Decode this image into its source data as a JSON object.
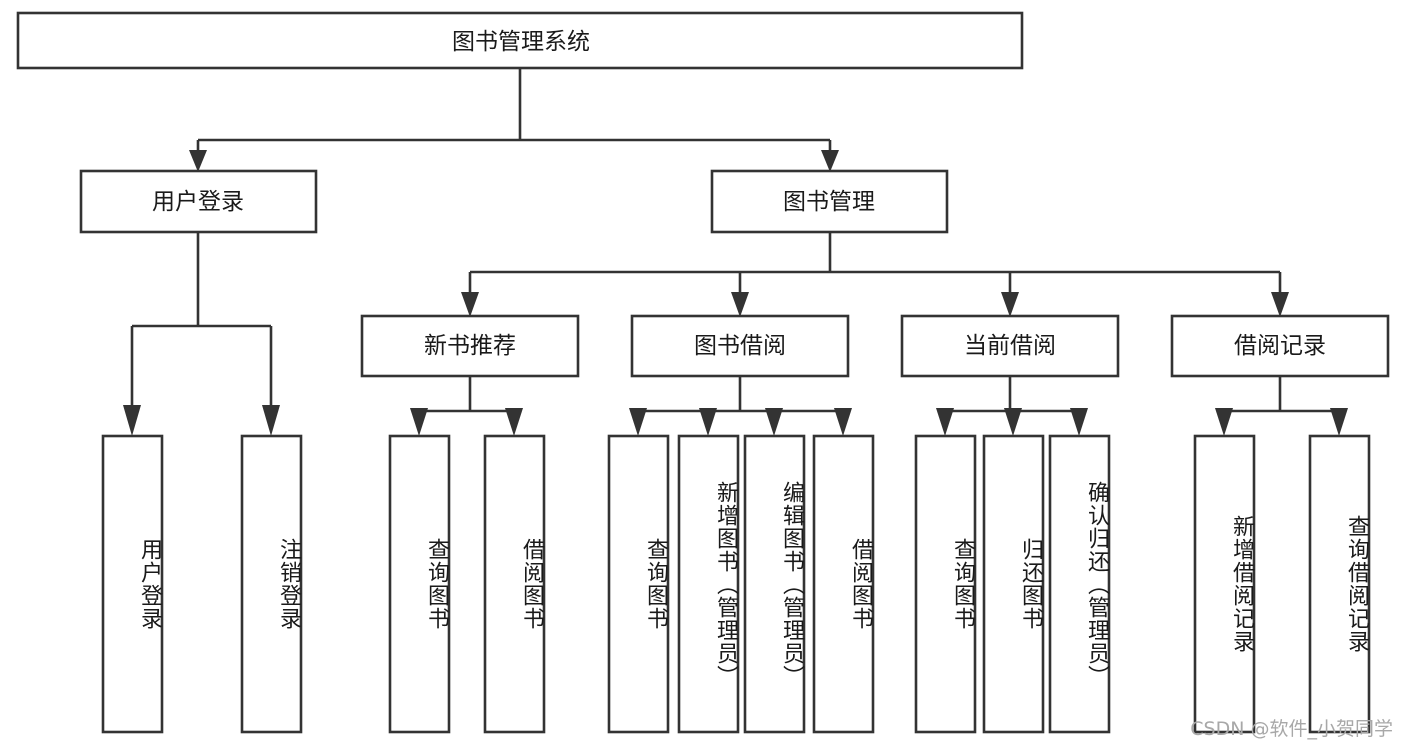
{
  "diagram": {
    "type": "tree-hierarchy",
    "title": "图书管理系统",
    "watermark": "CSDN @软件_小贺同学",
    "colors": {
      "stroke": "#333333",
      "fill": "#ffffff",
      "text": "#1a1a1a",
      "watermark": "#a8a8a8"
    },
    "root": {
      "label": "图书管理系统"
    },
    "level2": [
      {
        "label": "用户登录"
      },
      {
        "label": "图书管理"
      }
    ],
    "level3": [
      {
        "label": "新书推荐"
      },
      {
        "label": "图书借阅"
      },
      {
        "label": "当前借阅"
      },
      {
        "label": "借阅记录"
      }
    ],
    "leaves": {
      "user_login": [
        {
          "label": "用户登录"
        },
        {
          "label": "注销登录"
        }
      ],
      "new_book_recommend": [
        {
          "label": "查询图书"
        },
        {
          "label": "借阅图书"
        }
      ],
      "book_borrow": [
        {
          "label": "查询图书"
        },
        {
          "label": "新增图书（管理员）"
        },
        {
          "label": "编辑图书（管理员）"
        },
        {
          "label": "借阅图书"
        }
      ],
      "current_borrow": [
        {
          "label": "查询图书"
        },
        {
          "label": "归还图书"
        },
        {
          "label": "确认归还（管理员）"
        }
      ],
      "borrow_record": [
        {
          "label": "新增借阅记录"
        },
        {
          "label": "查询借阅记录"
        }
      ]
    }
  }
}
